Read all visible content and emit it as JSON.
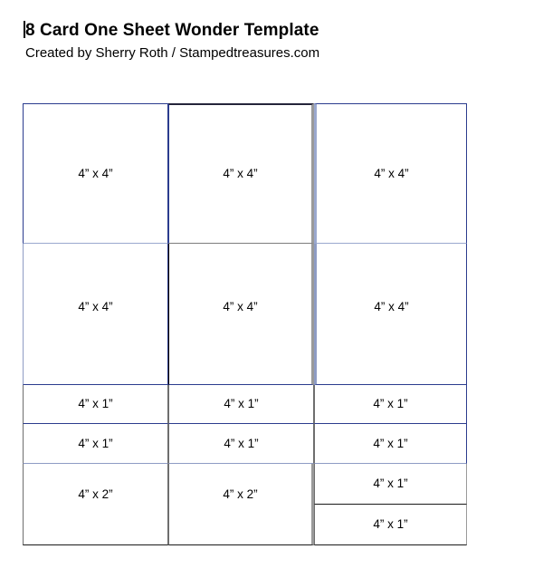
{
  "document": {
    "title": "8 Card One Sheet Wonder Template",
    "subtitle": "Created by Sherry Roth / Stampedtreasures.com",
    "caret_visible": true
  },
  "colors": {
    "blue_border": "#2b3c8e",
    "light_blue_border": "#9aa8ce",
    "gray_border": "#9a9a9a",
    "dark_gray_border": "#6e6e6e",
    "black_border": "#000000",
    "text": "#000000",
    "page_background": "#ffffff"
  },
  "grid": {
    "columns": [
      {
        "name": "column-left"
      },
      {
        "name": "column-middle"
      },
      {
        "name": "column-right"
      }
    ],
    "cells": [
      {
        "id": "c1r1",
        "label": "4” x 4”",
        "col": 0,
        "row": 0
      },
      {
        "id": "c2r1",
        "label": "4” x 4”",
        "col": 1,
        "row": 0
      },
      {
        "id": "c3r1",
        "label": "4” x 4”",
        "col": 2,
        "row": 0
      },
      {
        "id": "c1r2",
        "label": "4” x 4”",
        "col": 0,
        "row": 1
      },
      {
        "id": "c2r2",
        "label": "4” x 4”",
        "col": 1,
        "row": 1
      },
      {
        "id": "c3r2",
        "label": "4” x 4”",
        "col": 2,
        "row": 1
      },
      {
        "id": "c1r3",
        "label": "4” x 1”",
        "col": 0,
        "row": 2
      },
      {
        "id": "c2r3",
        "label": "4” x 1”",
        "col": 1,
        "row": 2
      },
      {
        "id": "c3r3",
        "label": "4” x 1”",
        "col": 2,
        "row": 2
      },
      {
        "id": "c1r4",
        "label": "4” x 1”",
        "col": 0,
        "row": 3
      },
      {
        "id": "c2r4",
        "label": "4” x 1”",
        "col": 1,
        "row": 3
      },
      {
        "id": "c3r4",
        "label": "4” x 1”",
        "col": 2,
        "row": 3
      },
      {
        "id": "c1r5",
        "label": "4” x 2”",
        "col": 0,
        "row": 4
      },
      {
        "id": "c2r5",
        "label": "4” x 2”",
        "col": 1,
        "row": 4
      },
      {
        "id": "c3r5a",
        "label": "4” x 1”",
        "col": 2,
        "row": 4
      },
      {
        "id": "c3r5b",
        "label": "4” x 1”",
        "col": 2,
        "row": 5
      }
    ]
  }
}
